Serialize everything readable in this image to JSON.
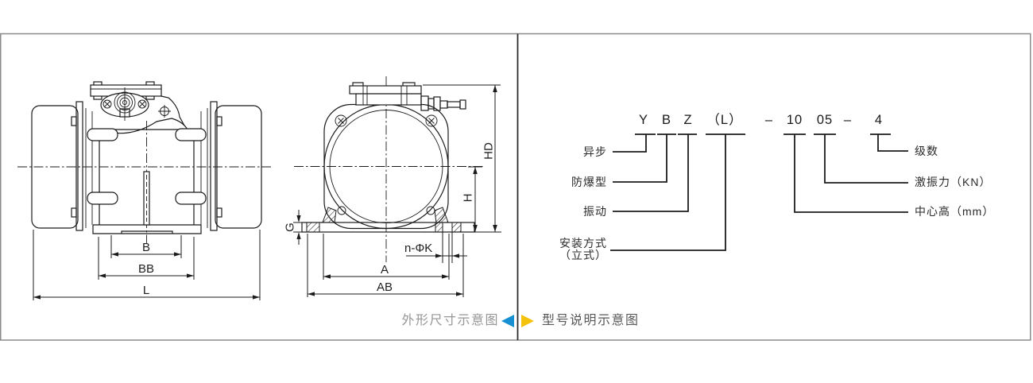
{
  "page": {
    "frame_color": "#8a8a8a",
    "divider_color": "#2e2e2e",
    "drawing_line_color": "#1b1b1b"
  },
  "dimension_diagram": {
    "caption": "外形尺寸示意图",
    "caption_arrow_color": "#1690d3",
    "side_view": {
      "dim_b": "B",
      "dim_bb": "BB",
      "dim_l": "L"
    },
    "front_view": {
      "dim_a": "A",
      "dim_ab": "AB",
      "dim_h": "H",
      "dim_hd": "HD",
      "dim_g": "G",
      "dim_nk": "n-ΦK"
    }
  },
  "model_diagram": {
    "caption": "型号说明示意图",
    "caption_arrow_color": "#f4c20d",
    "code": {
      "y": "Y",
      "b": "B",
      "z": "Z",
      "l": "（L）",
      "dash1": "–",
      "n10": "10",
      "n05": "05",
      "dash2": "–",
      "n4": "4"
    },
    "callouts_left": {
      "async": "异步",
      "explosion_proof": "防爆型",
      "vibration": "振动",
      "mount_line1": "安装方式",
      "mount_line2": "（立式）"
    },
    "callouts_right": {
      "poles": "级数",
      "force": "激振力（KN）",
      "center_height": "中心高（mm）"
    }
  }
}
